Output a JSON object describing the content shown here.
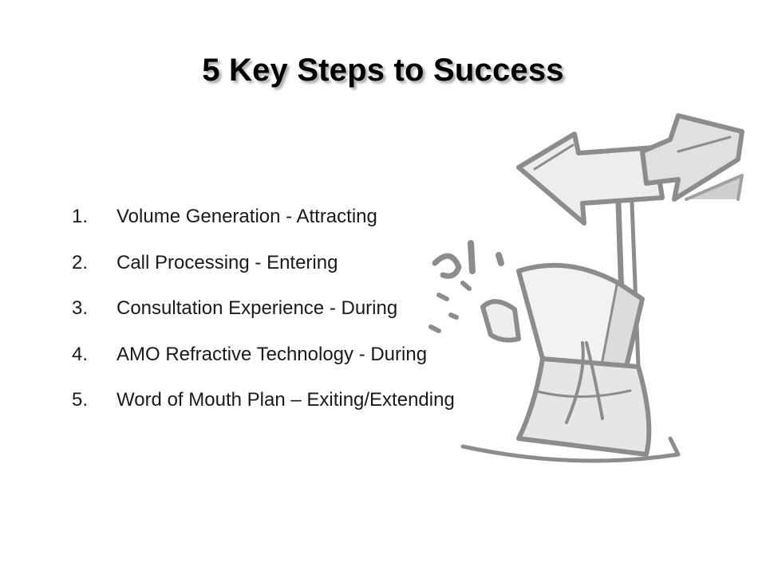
{
  "slide": {
    "title": "5 Key Steps to Success",
    "steps": [
      {
        "number": "1.",
        "text": "Volume Generation - Attracting"
      },
      {
        "number": "2.",
        "text": "Call Processing - Entering"
      },
      {
        "number": "3.",
        "text": "Consultation Experience - During"
      },
      {
        "number": "4.",
        "text": "AMO Refractive Technology - During"
      },
      {
        "number": "5.",
        "text": "Word of Mouth Plan – Exiting/Extending"
      }
    ],
    "illustration": "signpost-sketch-icon",
    "colors": {
      "background": "#ffffff",
      "text": "#1a1a1a",
      "sketch_line": "#8c8c8c",
      "sketch_fill": "#e6e6e6"
    }
  }
}
